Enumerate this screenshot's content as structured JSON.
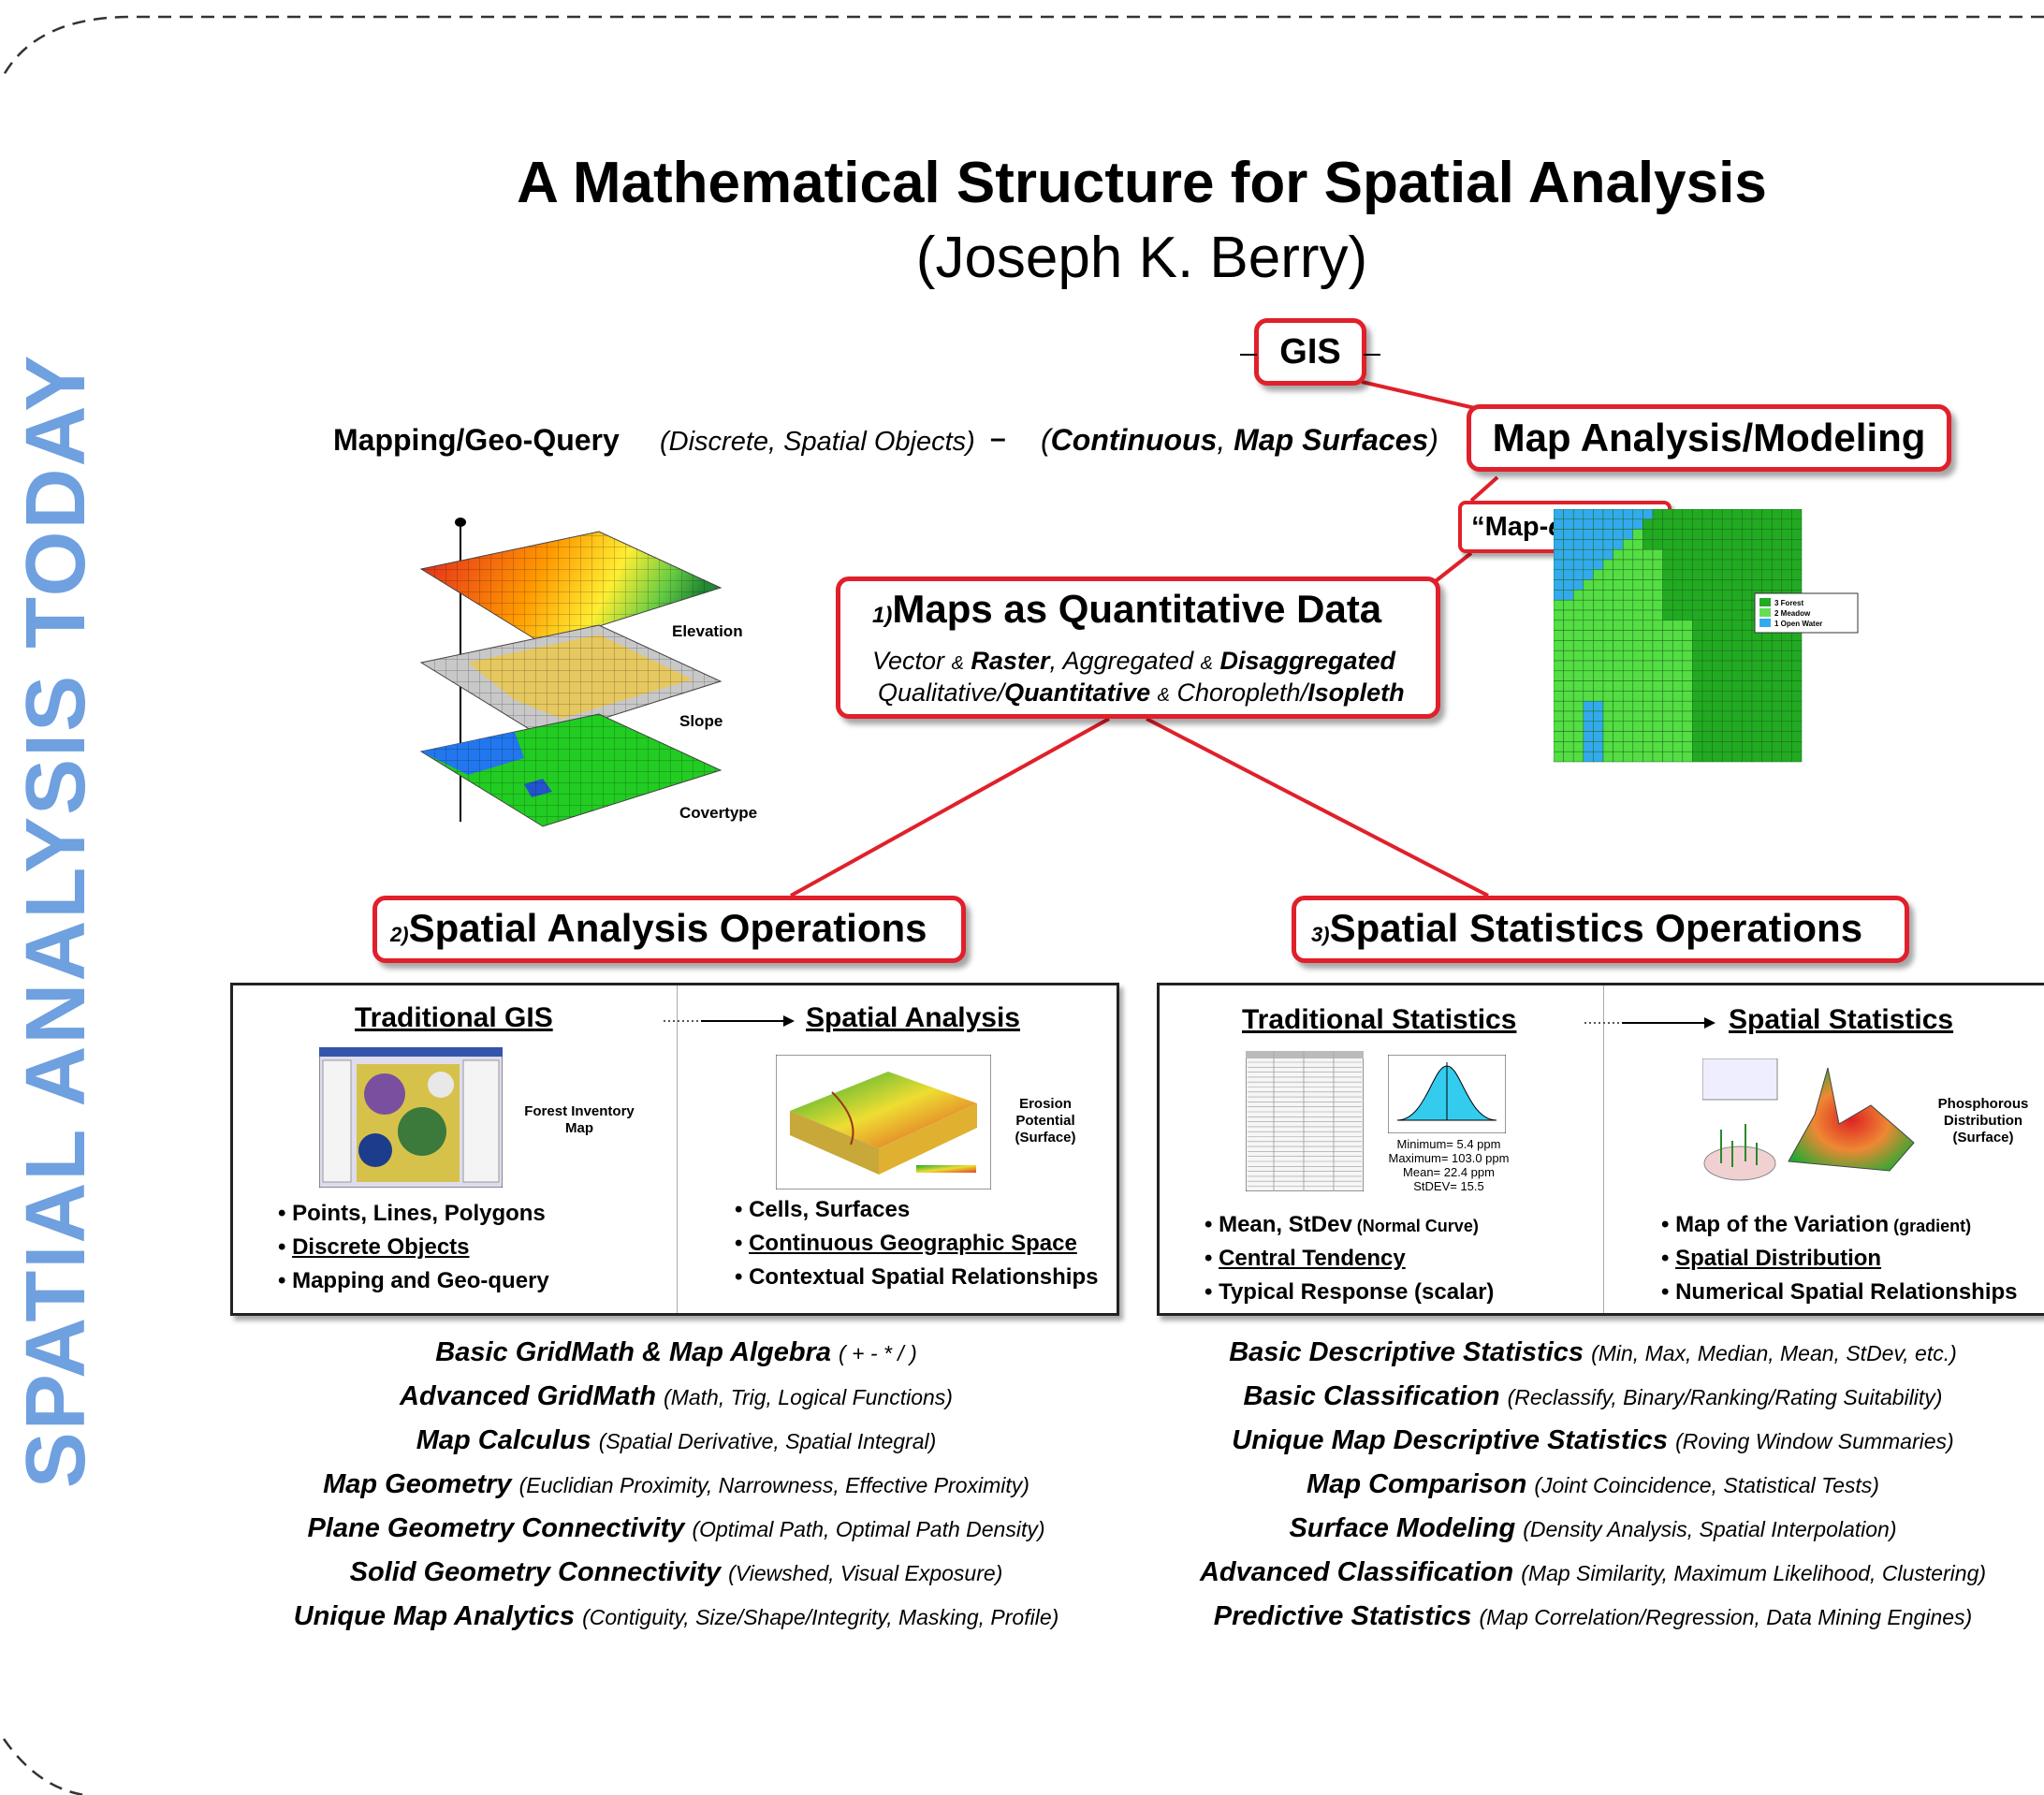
{
  "side_title": "SPATIAL ANALYSIS TODAY",
  "title": "A Mathematical Structure for Spatial Analysis",
  "subtitle": "(Joseph K. Berry)",
  "gis_label": "GIS",
  "tier": {
    "left_label": "Mapping/Geo-Query",
    "left_note": "(Discrete, Spatial Objects)",
    "separator": "–",
    "right_note_a": "Continuous",
    "right_note_b": "Map Surfaces",
    "map_analysis_label": "Map Analysis/Modeling"
  },
  "map_ematics": {
    "prefix": "“Map-",
    "italic": "ematics",
    "suffix": "”"
  },
  "layers": {
    "elevation": "Elevation",
    "slope": "Slope",
    "covertype": "Covertype"
  },
  "grid_legend": [
    "3 Forest",
    "2 Meadow",
    "1 Open Water"
  ],
  "maps_box": {
    "num": "1)",
    "title": "Maps as Quantitative Data",
    "line1": {
      "a": "Vector",
      "amp1": "&",
      "b": "Raster",
      "c": ", Aggregated",
      "amp2": "&",
      "d": "Disaggregated"
    },
    "line2": {
      "a": "Qualitative/",
      "b": "Quantitative",
      "amp": "&",
      "c": "Choropleth/",
      "d": "Isopleth"
    }
  },
  "sa_box": {
    "num": "2)",
    "title": "Spatial Analysis Operations"
  },
  "ss_box": {
    "num": "3)",
    "title": "Spatial Statistics Operations"
  },
  "panel_left": {
    "head_left": "Traditional GIS",
    "head_right": "Spatial Analysis",
    "thumb_left_caption": "Forest Inventory\nMap",
    "thumb_right_caption": "Erosion\nPotential\n(Surface)",
    "bullets_left": [
      "Points, Lines, Polygons",
      "Discrete Objects",
      "Mapping and Geo-query"
    ],
    "bullets_right": [
      "Cells, Surfaces",
      "Continuous Geographic Space",
      "Contextual Spatial Relationships"
    ]
  },
  "panel_right": {
    "head_left": "Traditional Statistics",
    "head_right": "Spatial Statistics",
    "stats_caption": [
      "Minimum= 5.4 ppm",
      "Maximum= 103.0 ppm",
      "Mean= 22.4 ppm",
      "StDEV= 15.5"
    ],
    "thumb_right_caption": "Phosphorous\nDistribution\n(Surface)",
    "bullets_left": [
      {
        "text": "Mean, StDev",
        "note": " (Normal Curve)"
      },
      {
        "text": "Central Tendency",
        "note": ""
      },
      {
        "text": "Typical Response (scalar)",
        "note": ""
      }
    ],
    "bullets_right": [
      {
        "text": "Map of the Variation",
        "note": " (gradient)"
      },
      {
        "text": "Spatial Distribution",
        "note": ""
      },
      {
        "text": "Numerical Spatial Relationships",
        "note": ""
      }
    ]
  },
  "analysis_ops": [
    {
      "name": "Basic GridMath & Map Algebra",
      "note": "( + - * / )"
    },
    {
      "name": "Advanced GridMath",
      "note": "(Math, Trig, Logical Functions)"
    },
    {
      "name": "Map Calculus",
      "note": "(Spatial Derivative, Spatial Integral)"
    },
    {
      "name": "Map Geometry",
      "note": "(Euclidian Proximity, Narrowness, Effective Proximity)"
    },
    {
      "name": "Plane Geometry Connectivity",
      "note": "(Optimal Path, Optimal Path Density)"
    },
    {
      "name": "Solid Geometry Connectivity",
      "note": "(Viewshed, Visual Exposure)"
    },
    {
      "name": "Unique Map Analytics",
      "note": "(Contiguity, Size/Shape/Integrity, Masking, Profile)"
    }
  ],
  "statistics_ops": [
    {
      "name": "Basic Descriptive Statistics",
      "note": "(Min, Max, Median, Mean, StDev, etc.)"
    },
    {
      "name": "Basic Classification",
      "note": "(Reclassify, Binary/Ranking/Rating Suitability)"
    },
    {
      "name": "Unique Map Descriptive Statistics",
      "note": "(Roving Window Summaries)"
    },
    {
      "name": "Map Comparison",
      "note": "(Joint Coincidence, Statistical Tests)"
    },
    {
      "name": "Surface Modeling",
      "note": "(Density Analysis, Spatial Interpolation)"
    },
    {
      "name": "Advanced Classification",
      "note": "(Map Similarity, Maximum Likelihood, Clustering)"
    },
    {
      "name": "Predictive Statistics",
      "note": "(Map Correlation/Regression, Data Mining Engines)"
    }
  ],
  "colors": {
    "accent_red": "#e0202a",
    "side_title_blue": "#6fa0e0",
    "grid_green": "#44cc33",
    "water_blue": "#33aaee"
  }
}
